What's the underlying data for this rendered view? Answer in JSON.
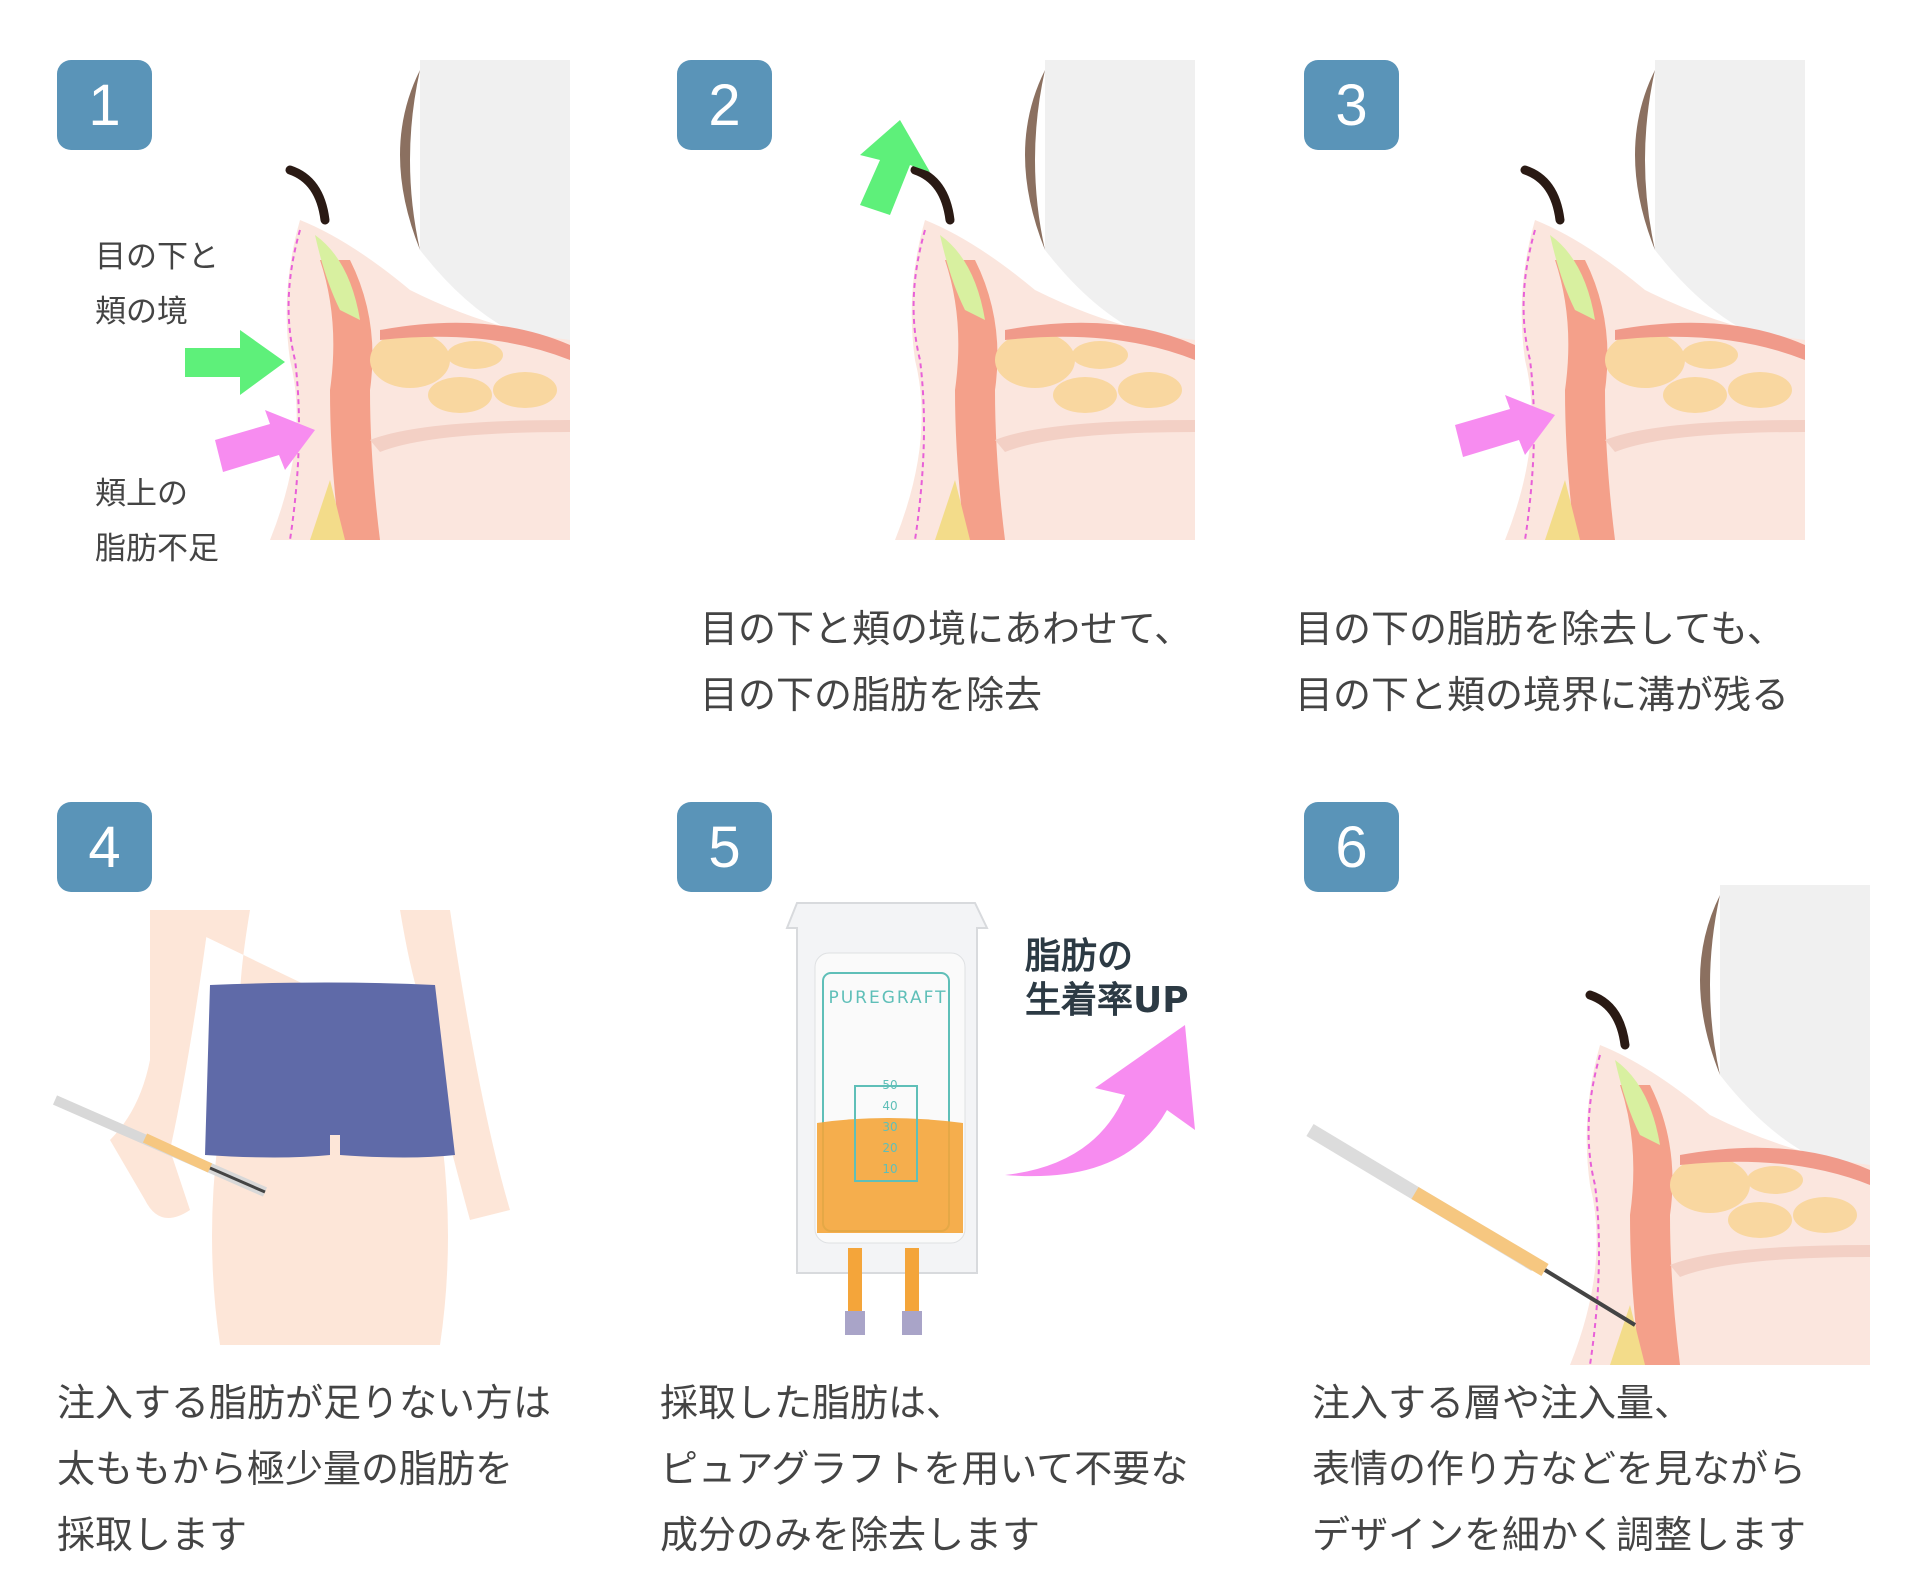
{
  "steps": [
    {
      "number": "1",
      "labels": {
        "upper": [
          "目の下と",
          "頬の境"
        ],
        "lower": [
          "頬上の",
          "脂肪不足"
        ]
      }
    },
    {
      "number": "2",
      "caption": [
        "目の下と頬の境にあわせて、",
        "目の下の脂肪を除去"
      ]
    },
    {
      "number": "3",
      "caption": [
        "目の下の脂肪を除去しても、",
        "目の下と頬の境界に溝が残る"
      ]
    },
    {
      "number": "4",
      "caption": [
        "注入する脂肪が足りない方は",
        "太ももから極少量の脂肪を",
        "採取します"
      ]
    },
    {
      "number": "5",
      "caption": [
        "採取した脂肪は、",
        "ピュアグラフトを用いて不要な",
        "成分のみを除去します"
      ],
      "callout": [
        "脂肪の",
        "生着率UP"
      ],
      "bag": {
        "brand": "PUREGRAFT",
        "scale": [
          "50",
          "40",
          "30",
          "20",
          "10"
        ]
      }
    },
    {
      "number": "6",
      "caption": [
        "注入する層や注入量、",
        "表情の作り方などを見ながら",
        "デザインを細かく調整します"
      ]
    }
  ],
  "colors": {
    "badge": "#5a94b8",
    "green_arrow": "#5ef07a",
    "pink_arrow": "#f78cf0",
    "shorts": "#5f6aa8",
    "fat": "#f4a53a"
  }
}
